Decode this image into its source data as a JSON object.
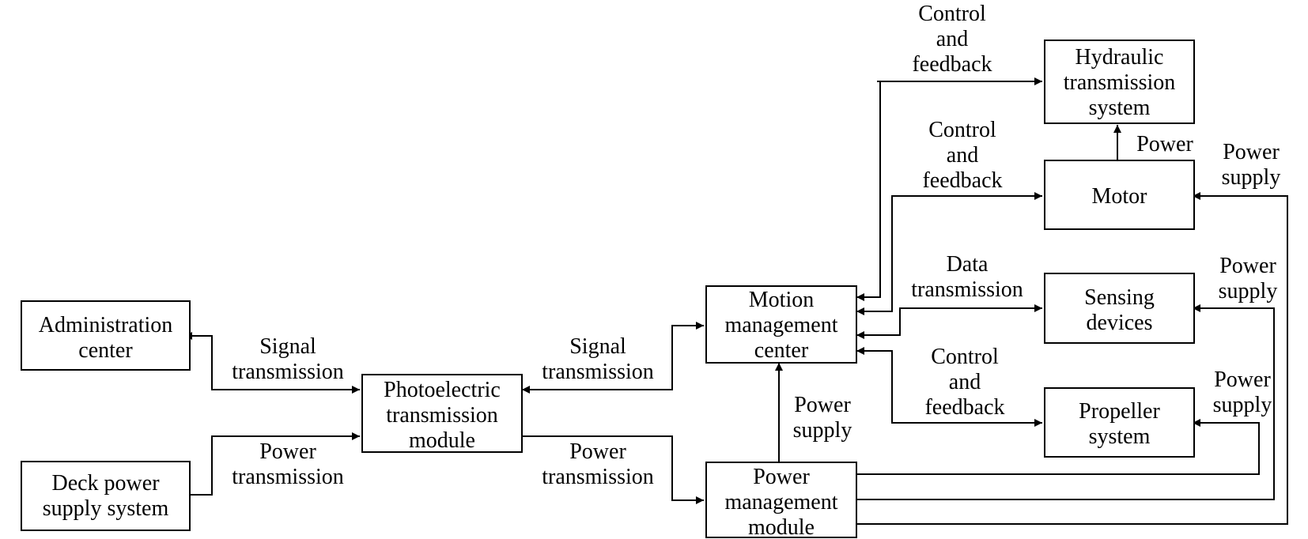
{
  "blocks": {
    "admin": {
      "lines": [
        "Administration",
        "center"
      ]
    },
    "deck": {
      "lines": [
        "Deck power",
        "supply system"
      ]
    },
    "photo": {
      "lines": [
        "Photoelectric",
        "transmission",
        "module"
      ]
    },
    "motion": {
      "lines": [
        "Motion",
        "management",
        "center"
      ]
    },
    "power_mgmt": {
      "lines": [
        "Power",
        "management",
        "module"
      ]
    },
    "hydraulic": {
      "lines": [
        "Hydraulic",
        "transmission",
        "system"
      ]
    },
    "motor": {
      "lines": [
        "Motor"
      ]
    },
    "sensing": {
      "lines": [
        "Sensing",
        "devices"
      ]
    },
    "propeller": {
      "lines": [
        "Propeller",
        "system"
      ]
    }
  },
  "labels": {
    "signal_left": [
      "Signal",
      "transmission"
    ],
    "power_left": [
      "Power",
      "transmission"
    ],
    "signal_right": [
      "Signal",
      "transmission"
    ],
    "power_right": [
      "Power",
      "transmission"
    ],
    "ctrl_hydraulic": [
      "Control",
      "and",
      "feedback"
    ],
    "ctrl_motor": [
      "Control",
      "and",
      "feedback"
    ],
    "data_sensing": [
      "Data",
      "transmission"
    ],
    "ctrl_propeller": [
      "Control",
      "and",
      "feedback"
    ],
    "power_motor_hyd": [
      "Power"
    ],
    "psupply_motor": [
      "Power",
      "supply"
    ],
    "psupply_sensing": [
      "Power",
      "supply"
    ],
    "psupply_propeller": [
      "Power",
      "supply"
    ],
    "psupply_motion": [
      "Power",
      "supply"
    ]
  },
  "colors": {
    "ink": "#000000",
    "background": "#ffffff"
  }
}
